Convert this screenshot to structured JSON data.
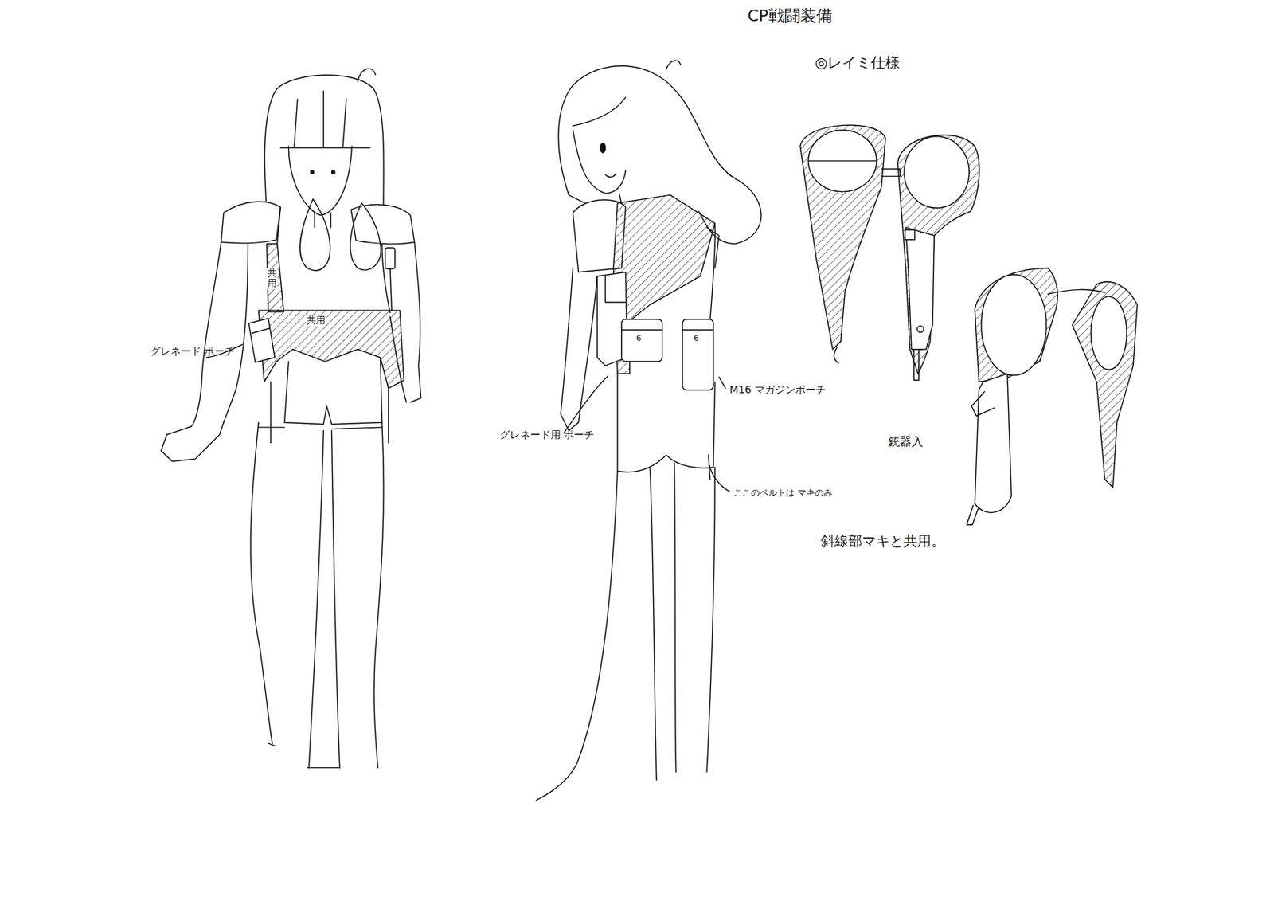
{
  "diagram": {
    "title": "CP戦闘装備",
    "labels": [
      "◎レイミ仕様",
      "共用",
      "共用",
      "グレネード ポーチ",
      "グレネード用 ポーチ",
      "6",
      "6",
      "M16 マガジンポーチ",
      "ここのベルトは マキのみ",
      "銃器入",
      "斜線部マキと共用。"
    ]
  }
}
